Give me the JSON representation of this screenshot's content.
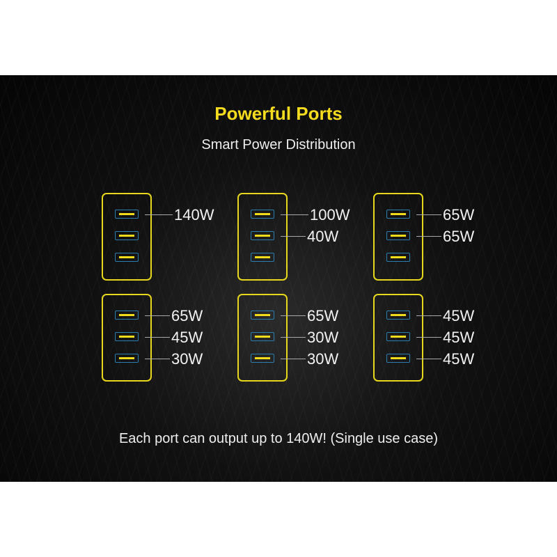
{
  "title": "Powerful Ports",
  "subtitle": "Smart Power Distribution",
  "footer": "Each port can output up to 140W! (Single use case)",
  "colors": {
    "accent": "#f5dc1e",
    "port_border": "#2a7fb0"
  },
  "configs": [
    {
      "ports": [
        "140W",
        "",
        ""
      ]
    },
    {
      "ports": [
        "100W",
        "40W",
        ""
      ]
    },
    {
      "ports": [
        "65W",
        "65W",
        ""
      ]
    },
    {
      "ports": [
        "65W",
        "45W",
        "30W"
      ]
    },
    {
      "ports": [
        "65W",
        "30W",
        "30W"
      ]
    },
    {
      "ports": [
        "45W",
        "45W",
        "45W"
      ]
    }
  ]
}
